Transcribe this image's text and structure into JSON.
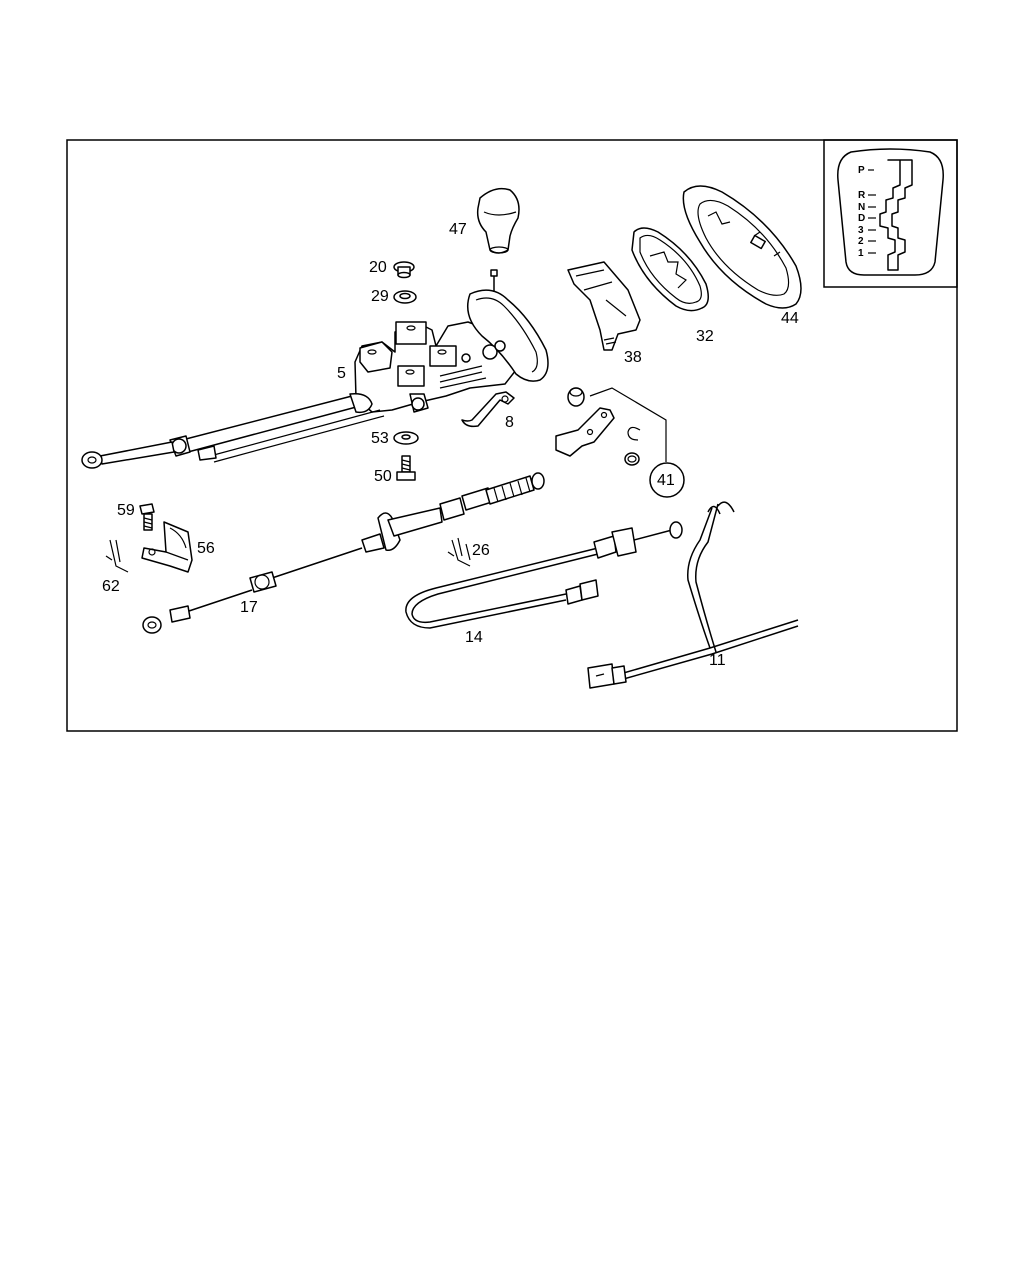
{
  "parts": {
    "p5": "5",
    "p8": "8",
    "p11": "11",
    "p14": "14",
    "p17": "17",
    "p20": "20",
    "p26": "26",
    "p29": "29",
    "p32": "32",
    "p38": "38",
    "p41": "41",
    "p44": "44",
    "p47": "47",
    "p50": "50",
    "p53": "53",
    "p56": "56",
    "p59": "59",
    "p62": "62"
  },
  "gate": {
    "p": "P",
    "r": "R",
    "n": "N",
    "d": "D",
    "g3": "3",
    "g2": "2",
    "g1": "1"
  }
}
